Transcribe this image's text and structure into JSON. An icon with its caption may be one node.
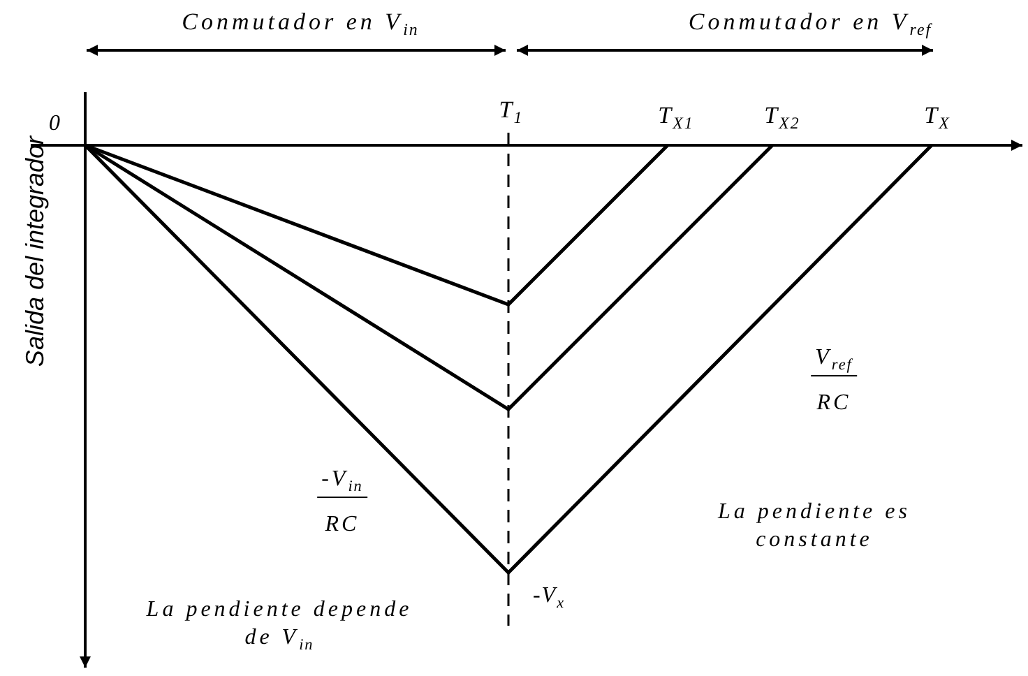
{
  "diagram": {
    "labels": [
      "Conmutador en V$_{in}$",
      "Conmutador en V$_{ref}$",
      "0",
      "T$_{1}$",
      "T$_{X1}$",
      "T$_{X2}$",
      "T$_{X}$",
      "Salida del integrador",
      "V$_{ref}$",
      "RC",
      "-V$_{in}$",
      "RC",
      "La pendiente es constante",
      "-V$_{x}$",
      "La pendiente depende de V$_{in}$"
    ]
  }
}
